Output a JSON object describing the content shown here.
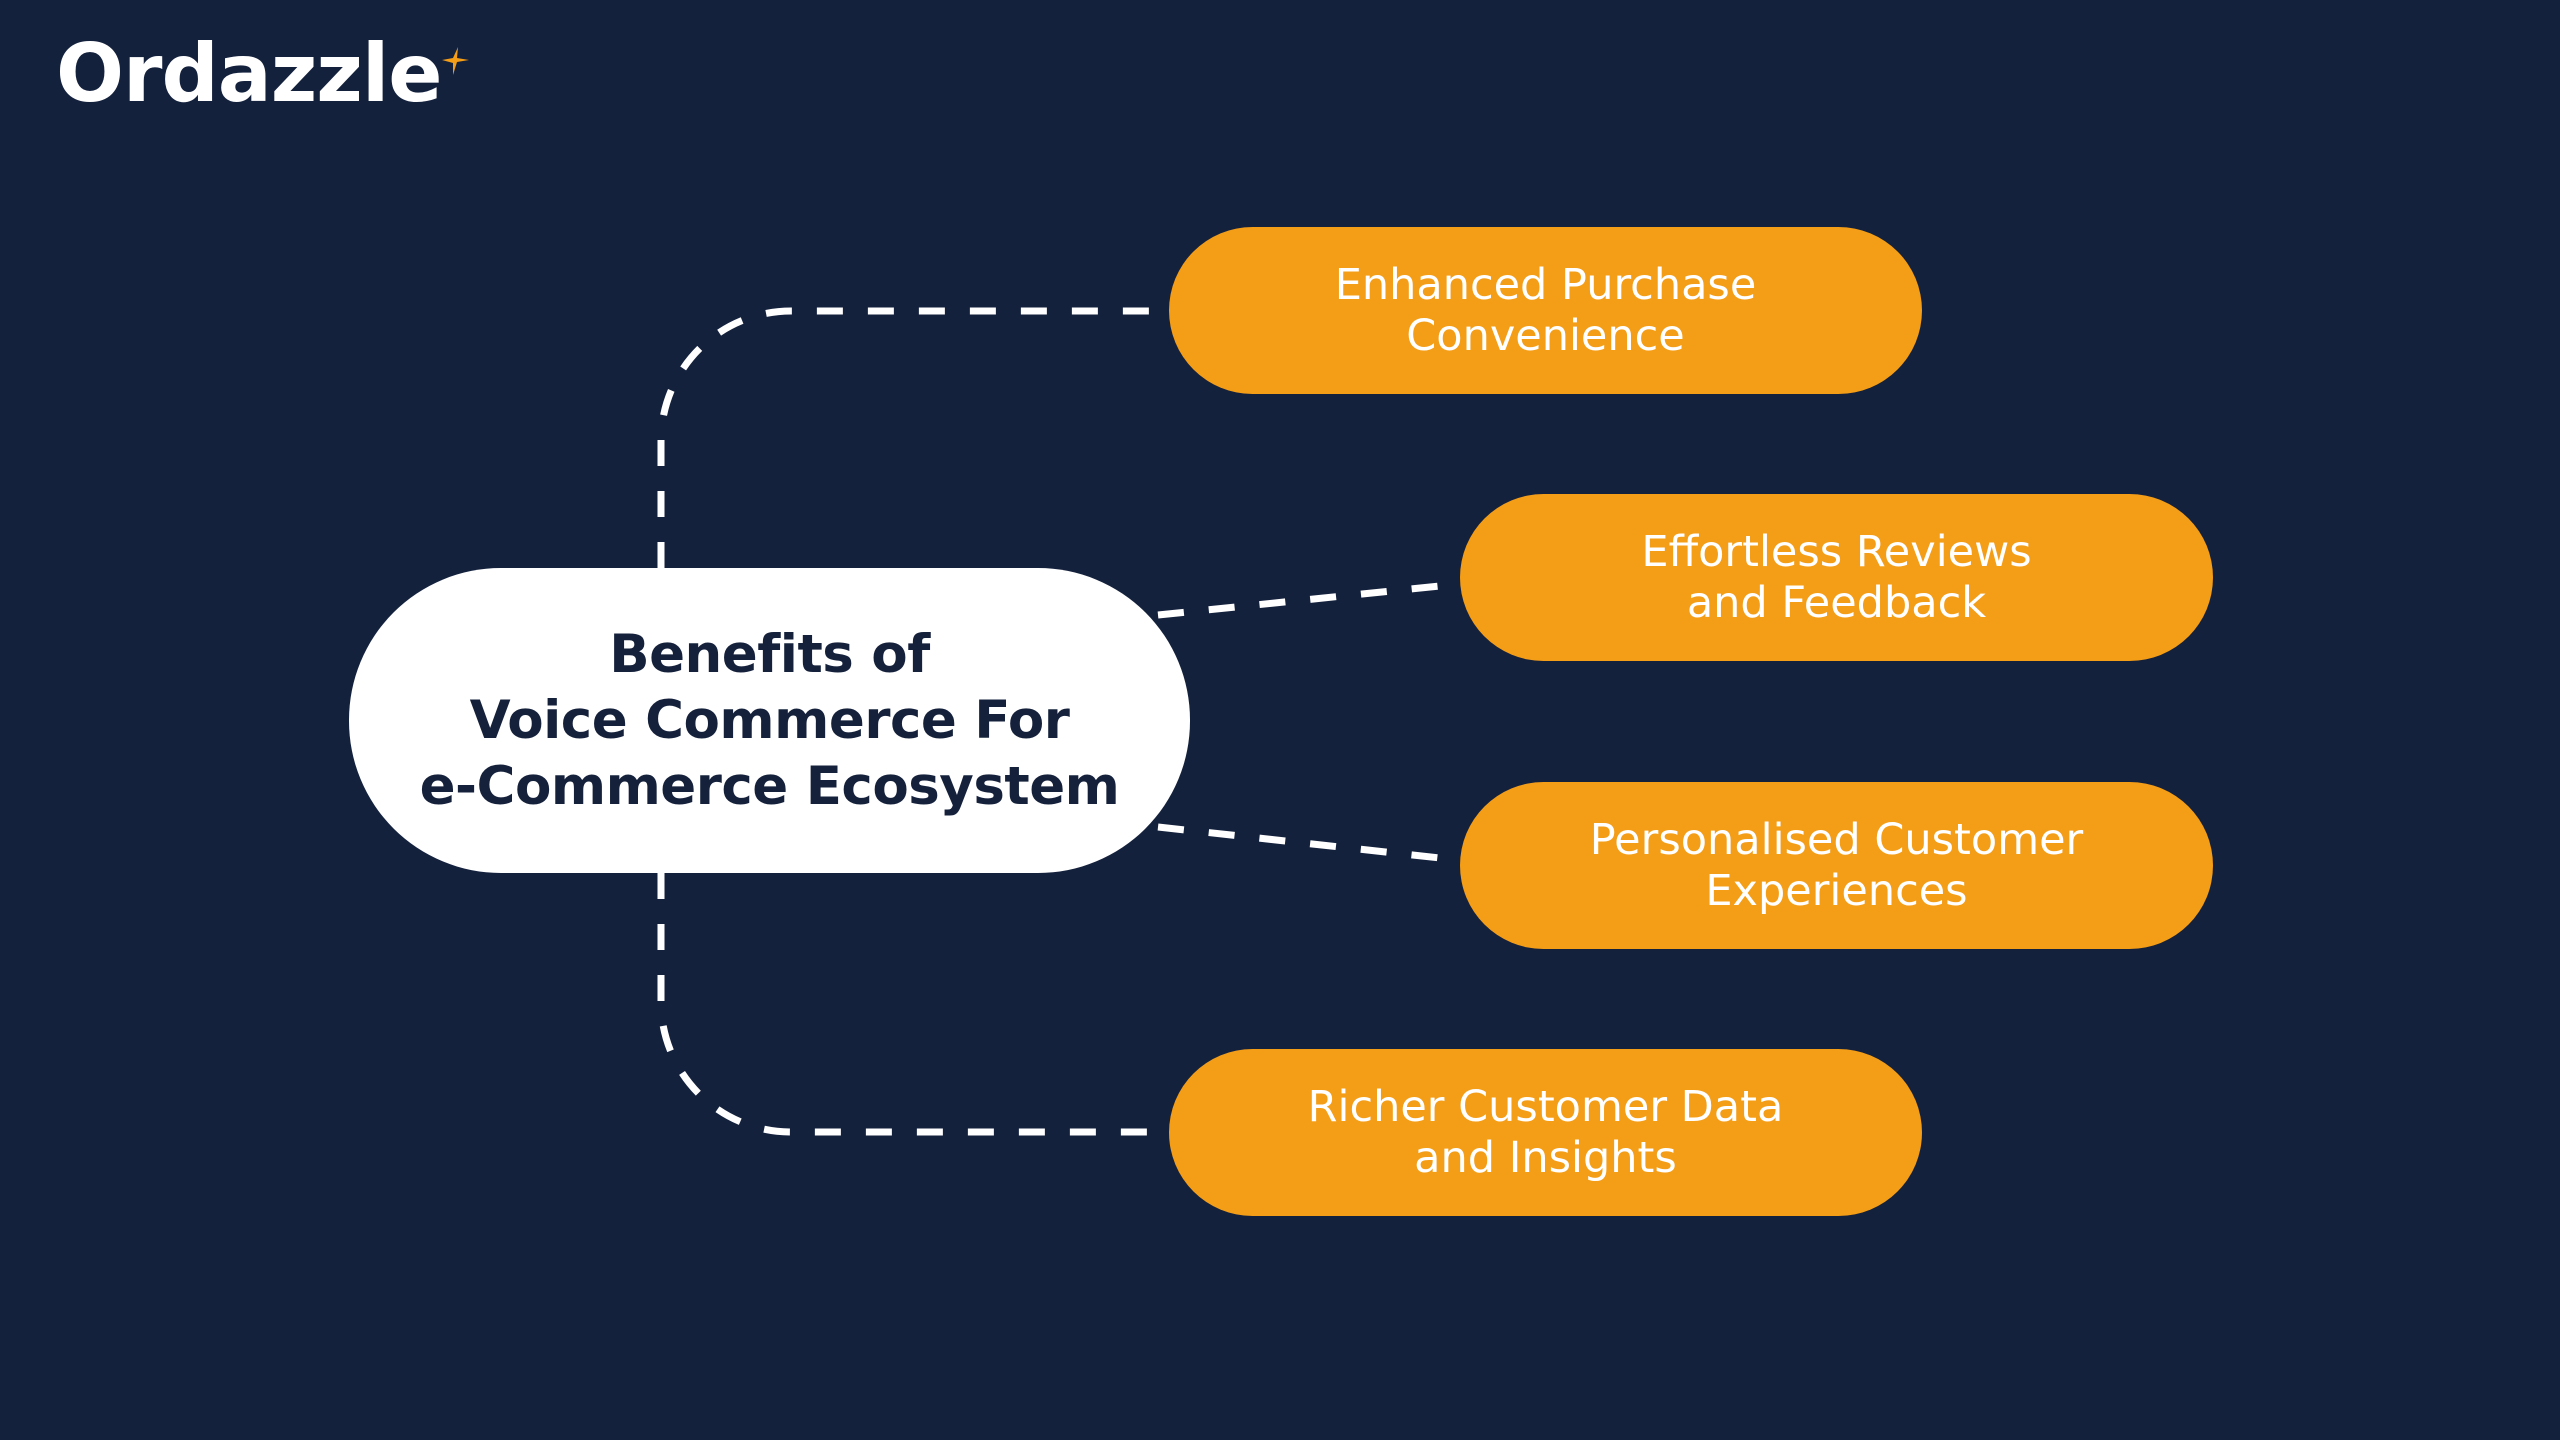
{
  "brand": {
    "name": "Ordazzle",
    "icon": "sparkle-star-icon",
    "accent_color": "#f49d17"
  },
  "colors": {
    "background": "#14213d",
    "center_fill": "#ffffff",
    "center_text": "#15213b",
    "benefit_fill": "#f49d17",
    "benefit_text": "#ffffff",
    "connector": "#ffffff"
  },
  "center": {
    "lines": [
      "Benefits of",
      "Voice Commerce For",
      "e-Commerce Ecosystem"
    ]
  },
  "benefits": [
    {
      "lines": [
        "Enhanced Purchase",
        "Convenience"
      ]
    },
    {
      "lines": [
        "Effortless Reviews",
        "and Feedback"
      ]
    },
    {
      "lines": [
        "Personalised Customer",
        "Experiences"
      ]
    },
    {
      "lines": [
        "Richer Customer Data",
        "and Insights"
      ]
    }
  ]
}
